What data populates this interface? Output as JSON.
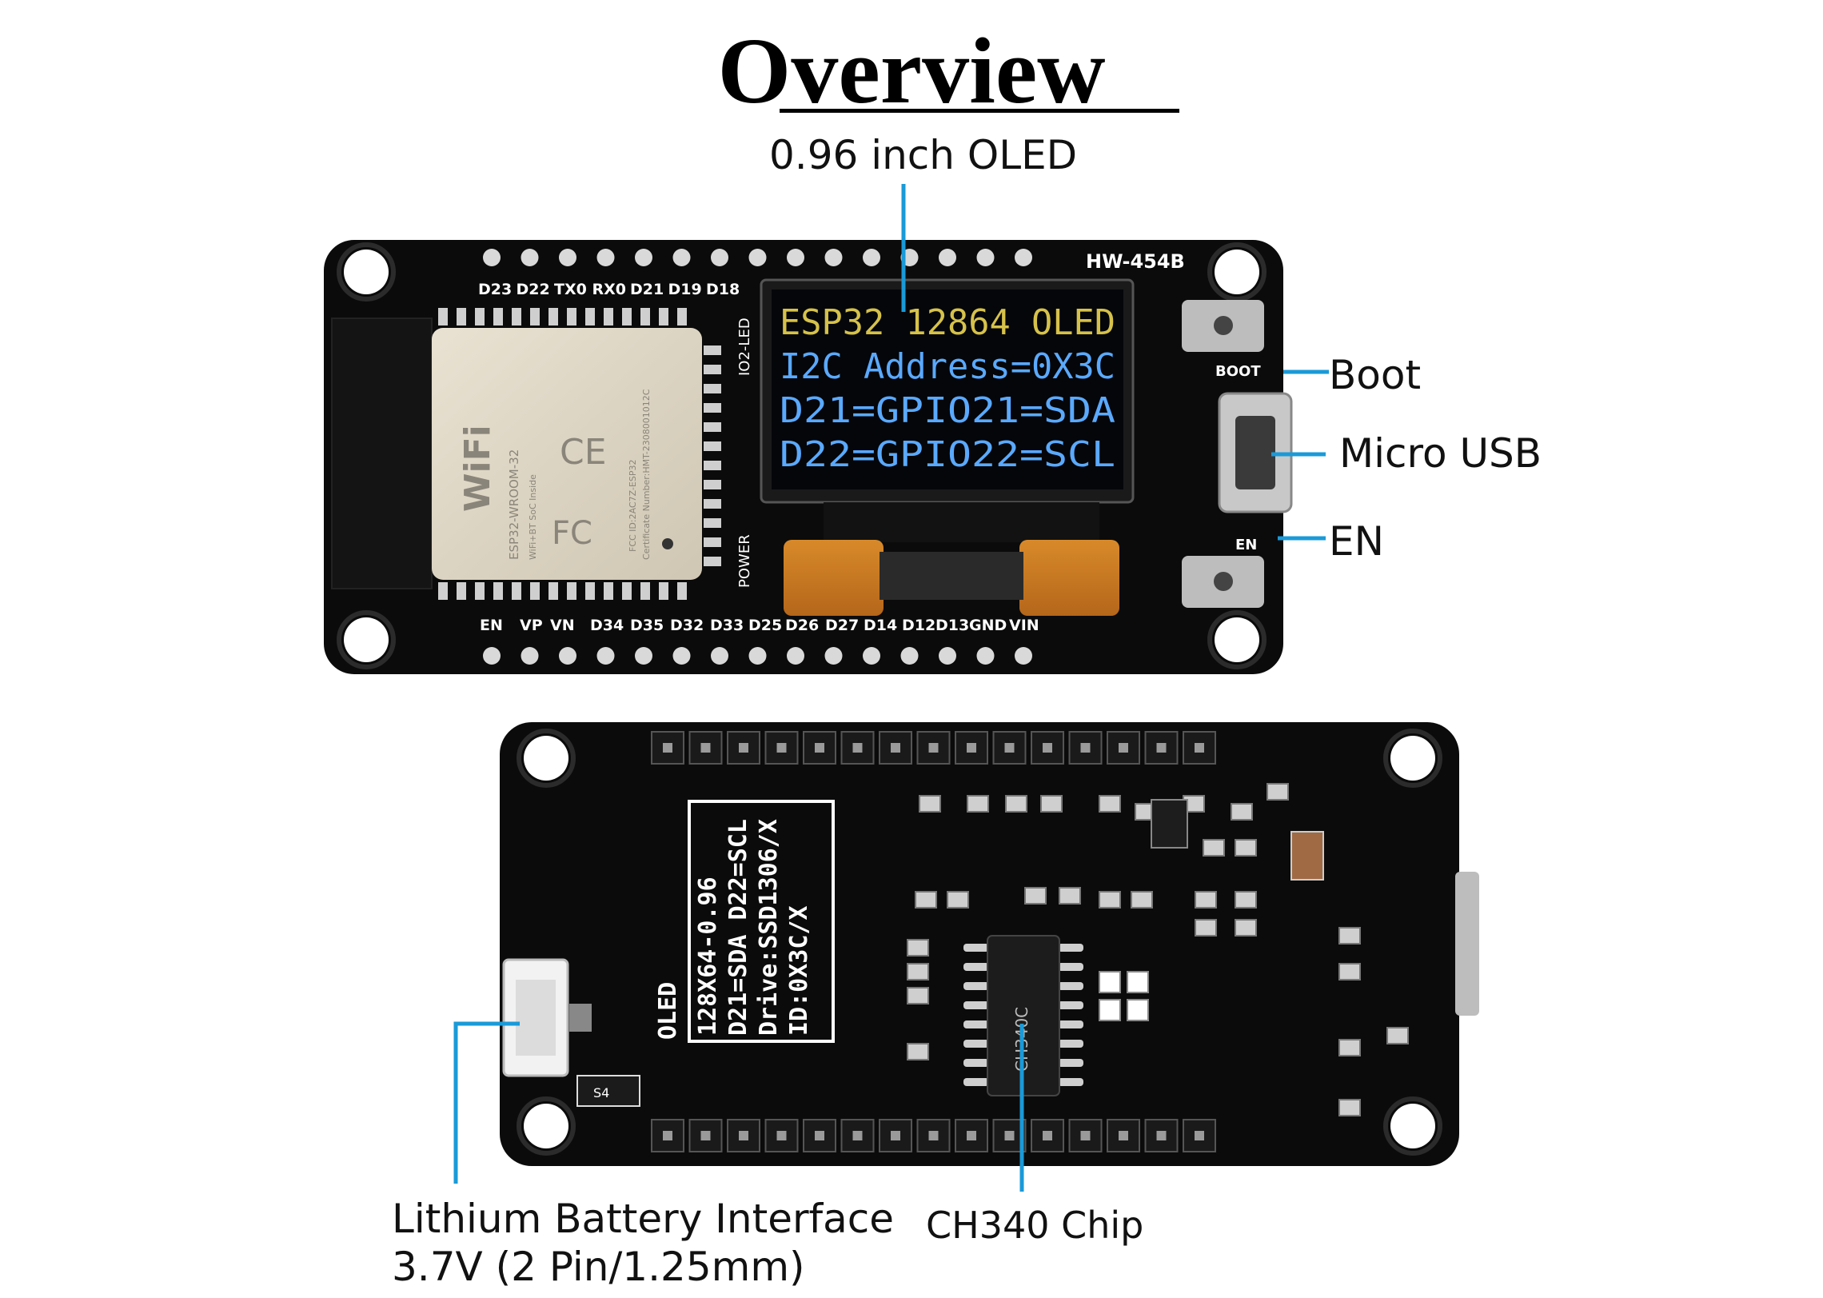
{
  "title": "Overview",
  "callouts": {
    "oled": "0.96 inch OLED",
    "boot": "Boot",
    "micro_usb": "Micro USB",
    "en": "EN",
    "battery_line1": "Lithium Battery Interface",
    "battery_line2": "3.7V (2 Pin/1.25mm)",
    "ch340": "CH340 Chip"
  },
  "front_board": {
    "model": "HW-454B",
    "top_pins": [
      "D23",
      "D22",
      "TX0",
      "RX0",
      "D21",
      "D19",
      "D18"
    ],
    "bottom_pins": [
      "EN",
      "VP",
      "VN",
      "D34",
      "D35",
      "D32",
      "D33",
      "D25",
      "D26",
      "D27",
      "D14",
      "D12",
      "D13",
      "GND",
      "VIN"
    ],
    "oled_lines": [
      "ESP32 12864 OLED",
      "I2C Address=0X3C",
      "D21=GPIO21=SDA",
      "D22=GPIO22=SCL"
    ],
    "led_labels": [
      "IO2-LED",
      "POWER"
    ],
    "button_labels": [
      "BOOT",
      "EN"
    ],
    "module": {
      "name": "ESP32-WROOM-32",
      "sub": "WiFi+BT SoC Inside",
      "fcc": "FCC ID:2AC7Z-ESP32",
      "cert": "Certificate Number:HMT-2308001012C"
    }
  },
  "back_board": {
    "silk_title": "OLED",
    "silk_lines": [
      "128X64-0.96",
      "D21=SDA D22=SCL",
      "Drive:SSD1306/X",
      "ID:0X3C/X"
    ],
    "chip_text": "CH340C",
    "battery_silk": "S4"
  },
  "colors": {
    "callout_line": "#1a9ad8",
    "pcb": "#0b0b0b",
    "oled_yellow": "#d6c24a",
    "oled_blue": "#5aa9ff"
  }
}
